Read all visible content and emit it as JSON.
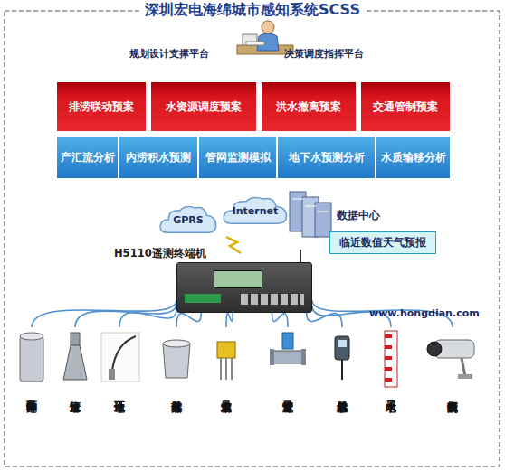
{
  "diagram": {
    "title": "深圳宏电海绵城市感知系统SCSS",
    "nodes": [
      {
        "text": [
          "排涝联动预案"
        ]
      },
      {
        "text": [
          "水资源调度预案"
        ]
      },
      {
        "text": [
          "洪水撤离预案"
        ]
      },
      {
        "text": [
          "交通管制预案"
        ]
      },
      {
        "text": [
          "产汇流分析"
        ]
      },
      {
        "text": [
          "内涝积水预测"
        ]
      },
      {
        "text": [
          "管网监测模拟"
        ]
      },
      {
        "text": [
          "地下水预测分析"
        ]
      },
      {
        "text": [
          "水质输移分析"
        ]
      },
      {
        "text": [
          "GPRS"
        ]
      },
      {
        "text": [
          "Internet"
        ]
      },
      {
        "text": [
          "数据中心"
        ]
      },
      {
        "text": [
          "临近数值天气预报"
        ]
      },
      {
        "text": [
          "H5110遥测终端机"
        ]
      },
      {
        "text": [
          "翻斗雨量计"
        ]
      },
      {
        "text": [
          "河道水位计"
        ]
      },
      {
        "text": [
          "地下水位计"
        ]
      },
      {
        "text": [
          "蒸发传感器"
        ]
      },
      {
        "text": [
          "土壤含水量"
        ]
      },
      {
        "text": [
          "管道流量计"
        ]
      },
      {
        "text": [
          "水质传感器"
        ]
      },
      {
        "text": [
          "电子水尺"
        ]
      },
      {
        "text": [
          "高清摄像机"
        ]
      }
    ],
    "edges": [
      {
        "from": 13,
        "to": 14,
        "arrow": "none"
      },
      {
        "from": 13,
        "to": 15,
        "arrow": "none"
      },
      {
        "from": 13,
        "to": 16,
        "arrow": "none"
      },
      {
        "from": 13,
        "to": 17,
        "arrow": "none"
      },
      {
        "from": 13,
        "to": 18,
        "arrow": "none"
      },
      {
        "from": 13,
        "to": 19,
        "arrow": "none"
      },
      {
        "from": 13,
        "to": 20,
        "arrow": "none"
      },
      {
        "from": 13,
        "to": 21,
        "arrow": "none"
      },
      {
        "from": 13,
        "to": 22,
        "arrow": "none"
      }
    ],
    "labels": [
      "规划设计支撑平台",
      "决策调度指挥平台",
      "www.hongdian.com"
    ]
  }
}
